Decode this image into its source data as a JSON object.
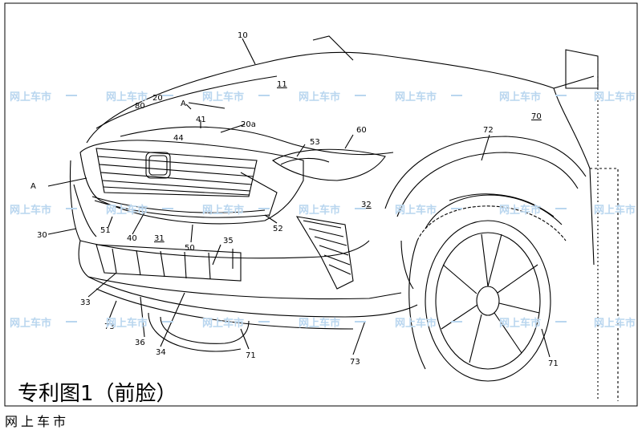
{
  "watermark": "网上车市",
  "caption": "专利图1（前脸）",
  "footer": "网上车市",
  "labels": {
    "l10": "10",
    "l11": "11",
    "l20": "20",
    "l20a": "20a",
    "l80": "80",
    "lA1": "A",
    "lA2": "A",
    "l41": "41",
    "l44": "44",
    "l60": "60",
    "l53": "53",
    "l72": "72",
    "l70": "70",
    "l32": "32",
    "l52": "52",
    "l30": "30",
    "l51": "51",
    "l40": "40",
    "l31": "31",
    "l50": "50",
    "l35": "35",
    "l33": "33",
    "l73a": "73",
    "l36": "36",
    "l34": "34",
    "l71a": "71",
    "l73b": "73",
    "l71b": "71"
  }
}
